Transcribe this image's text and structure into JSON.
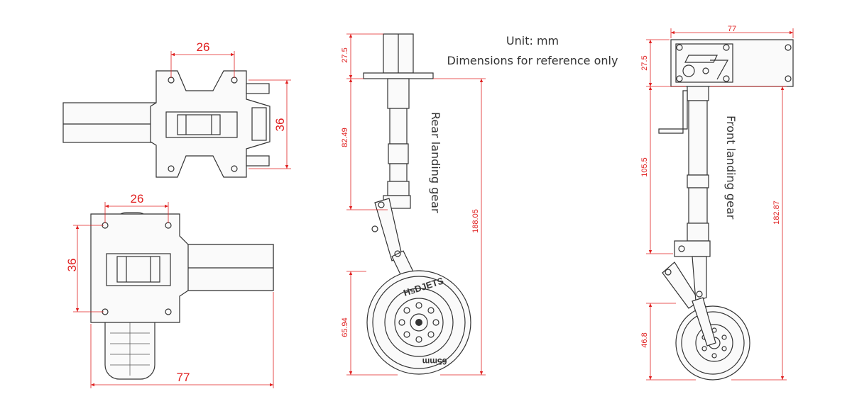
{
  "notes": {
    "unit": "Unit: mm",
    "disclaimer": "Dimensions for reference only"
  },
  "labels": {
    "rear": "Rear landing gear",
    "front": "Front landing gear",
    "wheel_brand": "HsDJETS",
    "wheel_size": "65mm"
  },
  "dimensions": {
    "top_view_width": "26",
    "top_view_height": "36",
    "bottom_view_width": "26",
    "bottom_view_height": "36",
    "bottom_view_length": "77",
    "rear_top": "27.5",
    "rear_strut": "82.49",
    "rear_total": "188.05",
    "rear_wheel": "65.94",
    "front_width": "77",
    "front_top": "27.5",
    "front_strut": "105.5",
    "front_total": "182.87",
    "front_wheel": "46.8"
  },
  "colors": {
    "dimension": "#e02020",
    "line": "#333333"
  }
}
